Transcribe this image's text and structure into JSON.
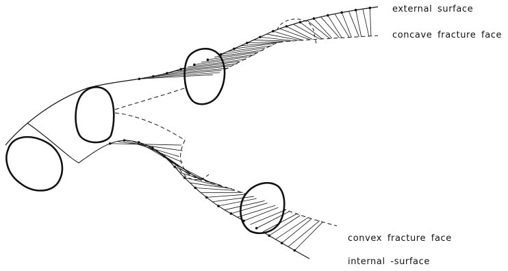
{
  "labels": {
    "external_surface": "external surface",
    "concave_fracture_face": "concave fracture face",
    "convex_fracture_face": "convex fracture face",
    "internal_surface": "internal -surface"
  },
  "colors": {
    "line": "#111111",
    "background": "#ffffff"
  }
}
